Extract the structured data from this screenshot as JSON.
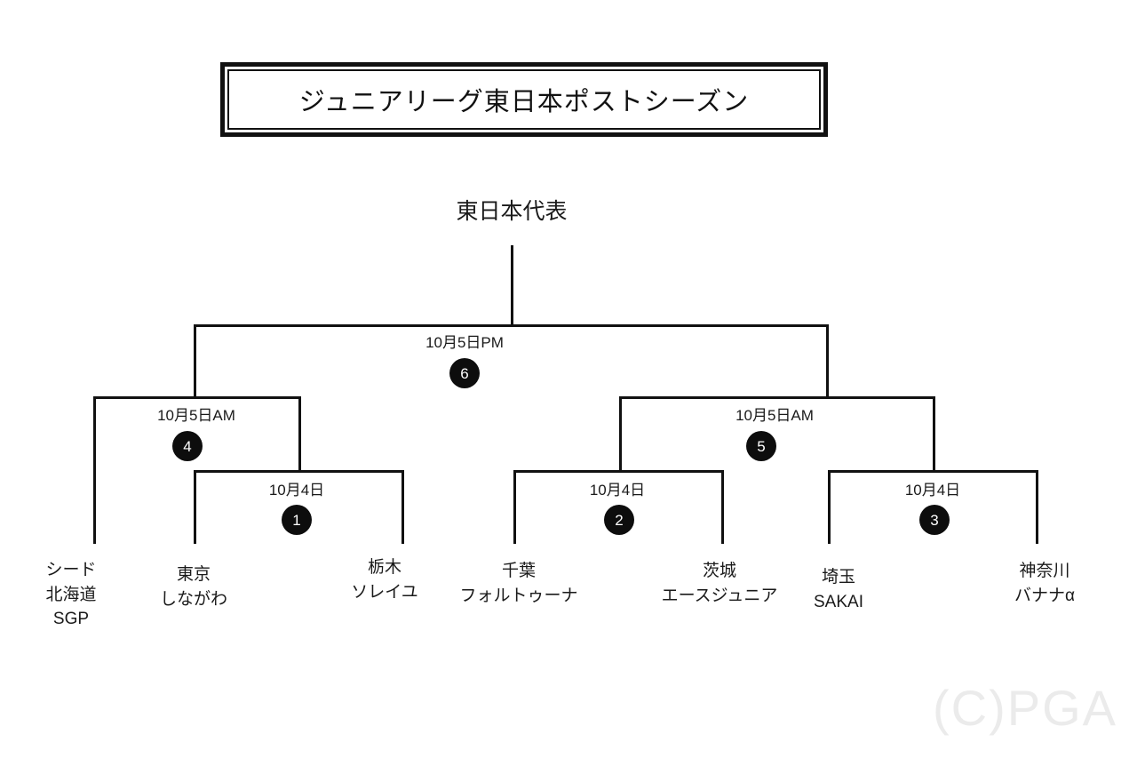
{
  "title": {
    "text": "ジュニアリーグ東日本ポストシーズン"
  },
  "champion": {
    "label": "東日本代表"
  },
  "watermark": {
    "text": "(C)PGA"
  },
  "bracket": {
    "final": {
      "date_label": "10月5日PM",
      "number": "6"
    },
    "semifinals": [
      {
        "date_label": "10月5日AM",
        "number": "4"
      },
      {
        "date_label": "10月5日AM",
        "number": "5"
      }
    ],
    "quarterfinals": [
      {
        "date_label": "10月4日",
        "number": "1"
      },
      {
        "date_label": "10月4日",
        "number": "2"
      },
      {
        "date_label": "10月4日",
        "number": "3"
      }
    ],
    "teams": [
      {
        "line1": "シード",
        "line2": "北海道",
        "line3": "SGP"
      },
      {
        "line1": "東京",
        "line2": "しながわ",
        "line3": ""
      },
      {
        "line1": "栃木",
        "line2": "ソレイユ",
        "line3": ""
      },
      {
        "line1": "千葉",
        "line2": "フォルトゥーナ",
        "line3": ""
      },
      {
        "line1": "茨城",
        "line2": "エースジュニア",
        "line3": ""
      },
      {
        "line1": "埼玉",
        "line2": "SAKAI",
        "line3": ""
      },
      {
        "line1": "神奈川",
        "line2": "バナナα",
        "line3": ""
      }
    ]
  }
}
